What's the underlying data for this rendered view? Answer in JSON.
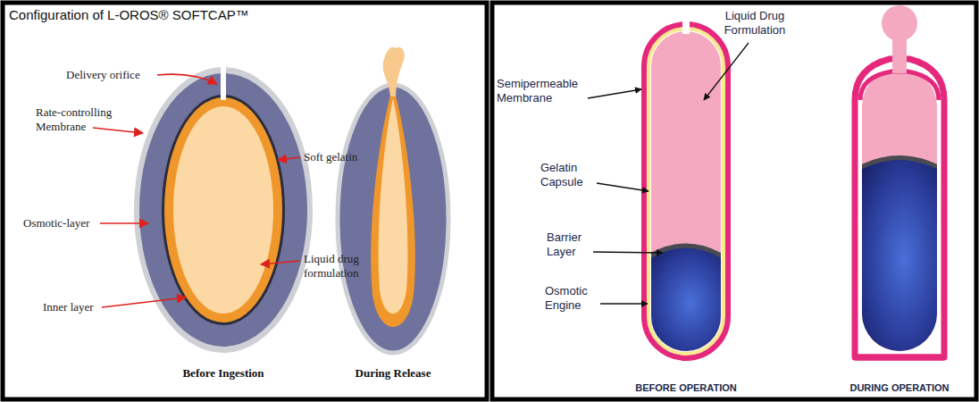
{
  "diagram": {
    "title": "Configuration of L-OROS® SOFTCAP™",
    "labels": [
      "Delivery orifice",
      "Rate-controlling Membrane",
      "Soft gelatin",
      "Osmotic-layer",
      "Liquid drug formulation",
      "Inner layer",
      "Before Ingestion",
      "During Release",
      "Liquid Drug Formulation",
      "Semipermeable Membrane",
      "Gelatin Capsule",
      "Barrier Layer",
      "Osmotic Engine",
      "BEFORE OPERATION",
      "DURING OPERATION"
    ]
  }
}
